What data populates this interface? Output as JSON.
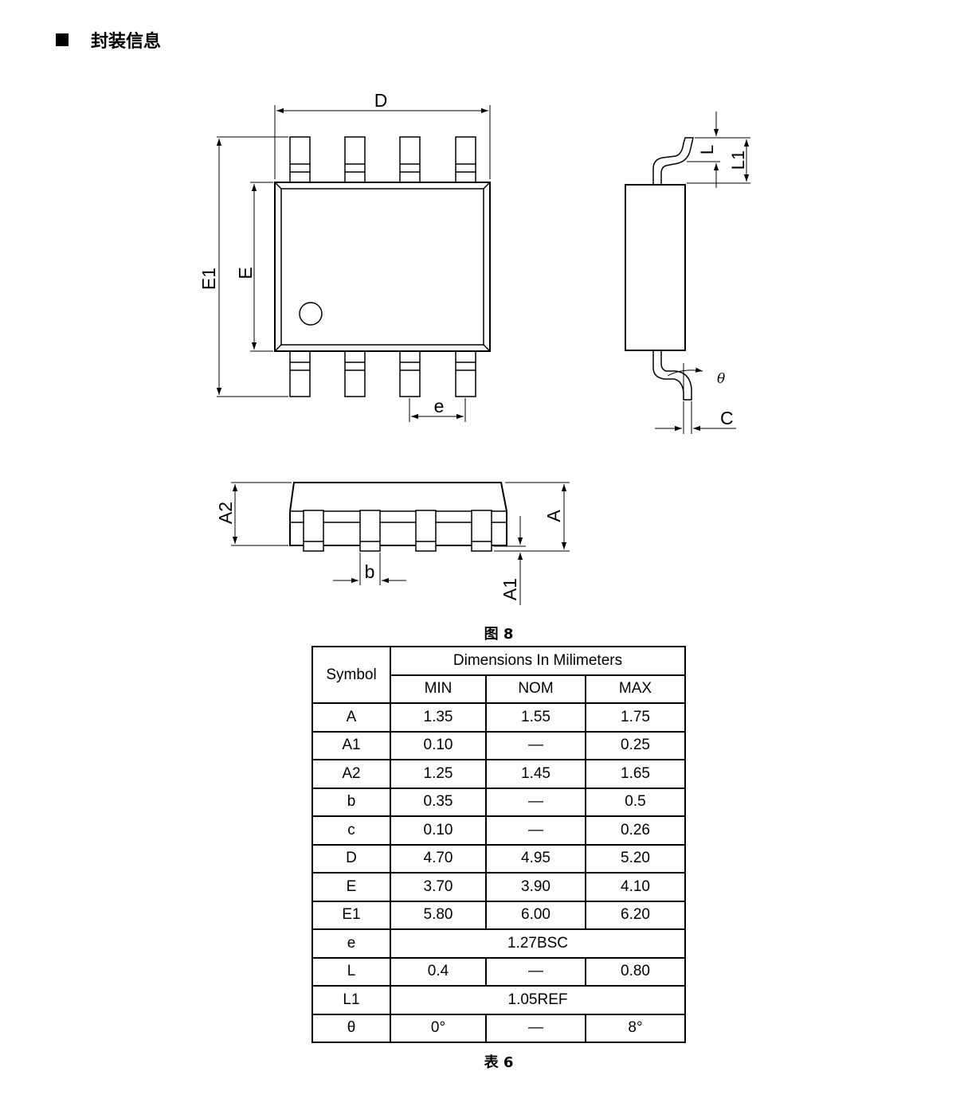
{
  "header": {
    "title": "封装信息"
  },
  "drawing": {
    "labels": {
      "D": "D",
      "E1": "E1",
      "E": "E",
      "e": "e",
      "L": "L",
      "L1": "L1",
      "theta": "θ",
      "C": "C",
      "A2": "A2",
      "A": "A",
      "b": "b",
      "A1": "A1"
    }
  },
  "figure_caption": "图 8",
  "table": {
    "symbol_header": "Symbol",
    "group_header": "Dimensions In Milimeters",
    "columns": [
      "MIN",
      "NOM",
      "MAX"
    ],
    "rows": [
      {
        "symbol": "A",
        "min": "1.35",
        "nom": "1.55",
        "max": "1.75"
      },
      {
        "symbol": "A1",
        "min": "0.10",
        "nom": "—",
        "max": "0.25"
      },
      {
        "symbol": "A2",
        "min": "1.25",
        "nom": "1.45",
        "max": "1.65"
      },
      {
        "symbol": "b",
        "min": "0.35",
        "nom": "—",
        "max": "0.5"
      },
      {
        "symbol": "c",
        "min": "0.10",
        "nom": "—",
        "max": "0.26"
      },
      {
        "symbol": "D",
        "min": "4.70",
        "nom": "4.95",
        "max": "5.20"
      },
      {
        "symbol": "E",
        "min": "3.70",
        "nom": "3.90",
        "max": "4.10"
      },
      {
        "symbol": "E1",
        "min": "5.80",
        "nom": "6.00",
        "max": "6.20"
      },
      {
        "symbol": "e",
        "span": "1.27BSC"
      },
      {
        "symbol": "L",
        "min": "0.4",
        "nom": "—",
        "max": "0.80"
      },
      {
        "symbol": "L1",
        "span": "1.05REF"
      },
      {
        "symbol": "θ",
        "min": "0°",
        "nom": "—",
        "max": "8°"
      }
    ]
  },
  "table_caption": "表 6"
}
